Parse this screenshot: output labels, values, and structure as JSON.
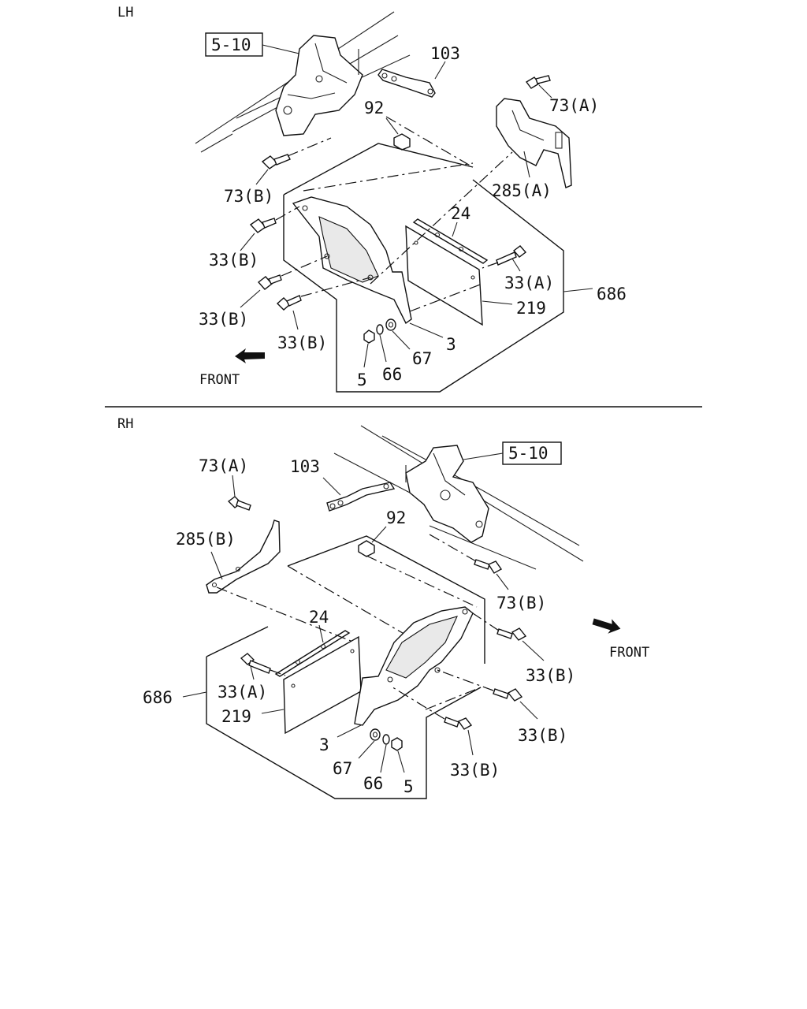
{
  "sections": {
    "lh": {
      "title": "LH",
      "ref": "5-10",
      "front": "FRONT",
      "labels": {
        "p103": "103",
        "p92": "92",
        "p73a": "73(A)",
        "p73b": "73(B)",
        "p285a": "285(A)",
        "p24": "24",
        "p33b_1": "33(B)",
        "p33b_2": "33(B)",
        "p33b_3": "33(B)",
        "p33a": "33(A)",
        "p686": "686",
        "p219": "219",
        "p3": "3",
        "p67": "67",
        "p66": "66",
        "p5": "5"
      }
    },
    "rh": {
      "title": "RH",
      "ref": "5-10",
      "front": "FRONT",
      "labels": {
        "p73a": "73(A)",
        "p103": "103",
        "p92": "92",
        "p285b": "285(B)",
        "p73b": "73(B)",
        "p24": "24",
        "p33a": "33(A)",
        "p686": "686",
        "p219": "219",
        "p33b_1": "33(B)",
        "p33b_2": "33(B)",
        "p33b_3": "33(B)",
        "p3": "3",
        "p67": "67",
        "p66": "66",
        "p5": "5"
      }
    }
  }
}
